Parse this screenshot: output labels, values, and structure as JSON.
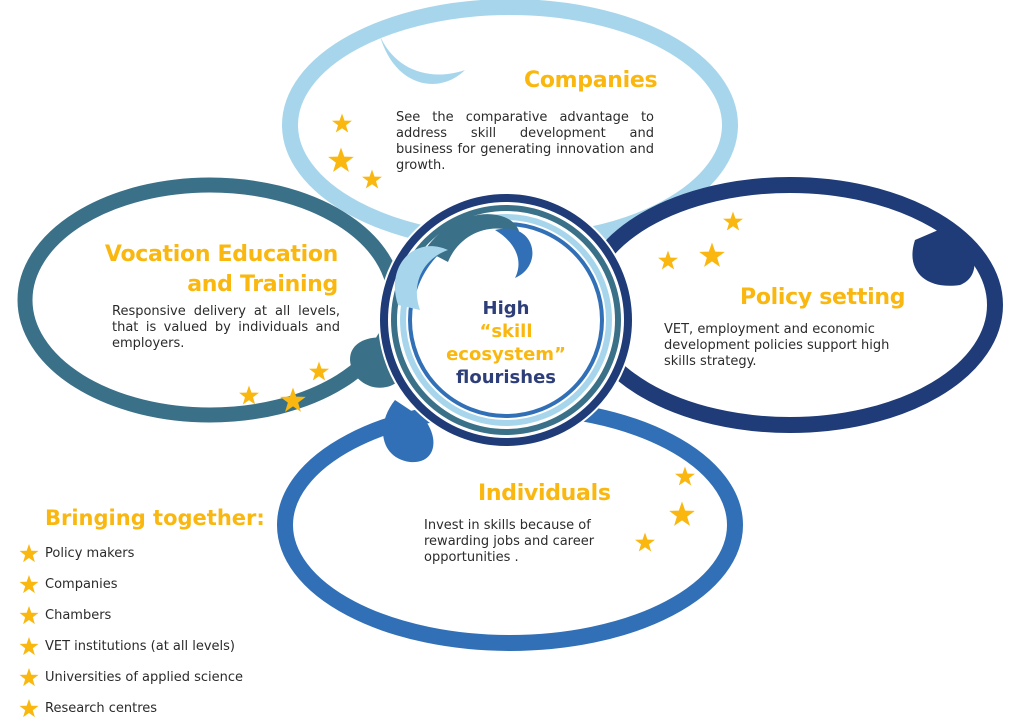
{
  "companies": {
    "title": "Companies",
    "text": "See the comparative advantage to address skill development and business for generating innovation and growth."
  },
  "vet": {
    "title": "Vocation Education and Training",
    "text": "Responsive delivery at all levels, that is valued by individuals and employers."
  },
  "policy": {
    "title": "Policy setting",
    "text": "VET, employment and economic development policies support high skills strategy."
  },
  "individuals": {
    "title": "Individuals",
    "text": "Invest in skills because of rewarding jobs and career opportunities ."
  },
  "center": {
    "line1": "High",
    "line2": "“skill ecosystem”",
    "line3": "flourishes"
  },
  "bringing_together": {
    "title": "Bringing together:",
    "items": [
      "Policy makers",
      "Companies",
      "Chambers",
      "VET institutions (at all levels)",
      "Universities of applied science",
      "Research centres"
    ]
  },
  "colors": {
    "companies_ring": "#a7d6ec",
    "vet_ring": "#3a7088",
    "policy_ring": "#1f3c78",
    "individuals_ring": "#3170b6",
    "heading": "#f9b70f",
    "star": "#f9b70f",
    "center_text": "#2e3e79"
  },
  "icons": {
    "star": "star-icon"
  }
}
